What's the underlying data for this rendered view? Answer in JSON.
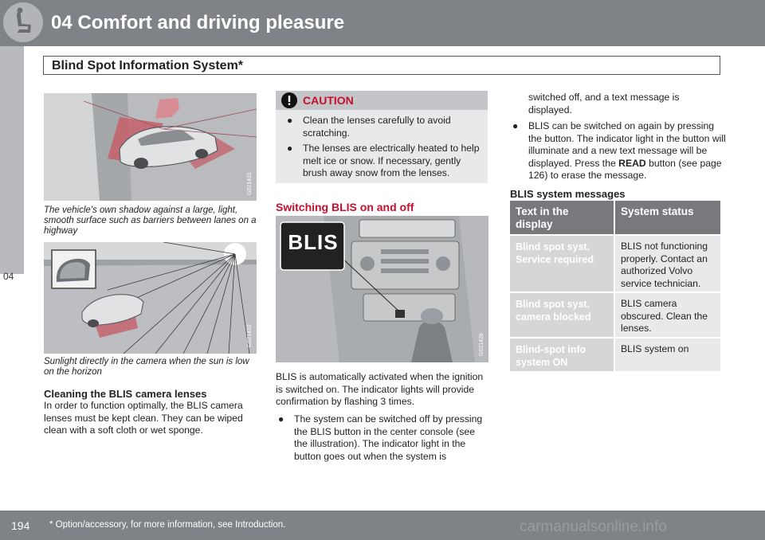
{
  "header": {
    "title": "04 Comfort and driving pleasure",
    "icon": "seat-icon"
  },
  "subheader": {
    "title": "Blind Spot Information System*"
  },
  "side_tab": {
    "label": "04"
  },
  "images": {
    "shadow": {
      "code": "G021431"
    },
    "sunlight": {
      "code": "G021432"
    },
    "console": {
      "code": "G021428",
      "badge": "BLIS"
    }
  },
  "col1": {
    "caption1": "The vehicle's own shadow against a large, light, smooth surface such as barriers between lanes on a highway",
    "caption2": "Sunlight directly in the camera when the sun is low on the horizon",
    "heading": "Cleaning the BLIS camera lenses",
    "para": "In order to function optimally, the BLIS camera lenses must be kept clean. They can be wiped clean with a soft cloth or wet sponge."
  },
  "caution": {
    "label": "CAUTION",
    "bullets": [
      "Clean the lenses carefully to avoid scratching.",
      "The lenses are electrically heated to help melt ice or snow. If necessary, gently brush away snow from the lenses."
    ]
  },
  "col2": {
    "heading": "Switching BLIS on and off",
    "para": "BLIS is automatically activated when the ignition is switched on. The indicator lights will provide confirmation by flashing 3 times.",
    "bullet1": "The system can be switched off by pressing the BLIS button in the center console (see the illustration). The indicator light in the button goes out when the system is"
  },
  "col3": {
    "cont": "switched off, and a text message is displayed.",
    "bullet2_a": "BLIS can be switched on again by pressing the button. The indicator light in the button will illuminate and a new text message will be displayed. Press the ",
    "bullet2_bold": "READ",
    "bullet2_b": " button (see page 126) to erase the message."
  },
  "table": {
    "title": "BLIS system messages",
    "headers": [
      "Text in the display",
      "System status"
    ],
    "rows": [
      {
        "text": "Blind spot syst. Service required",
        "status": "BLIS not functioning properly. Contact an authorized Volvo service technician."
      },
      {
        "text": "Blind spot syst. camera blocked",
        "status": "BLIS camera obscured. Clean the lenses."
      },
      {
        "text": "Blind-spot info system ON",
        "status": "BLIS system on"
      }
    ]
  },
  "footer": {
    "page": "194",
    "note": "* Option/accessory, for more information, see Introduction.",
    "watermark": "carmanualsonline.info"
  }
}
